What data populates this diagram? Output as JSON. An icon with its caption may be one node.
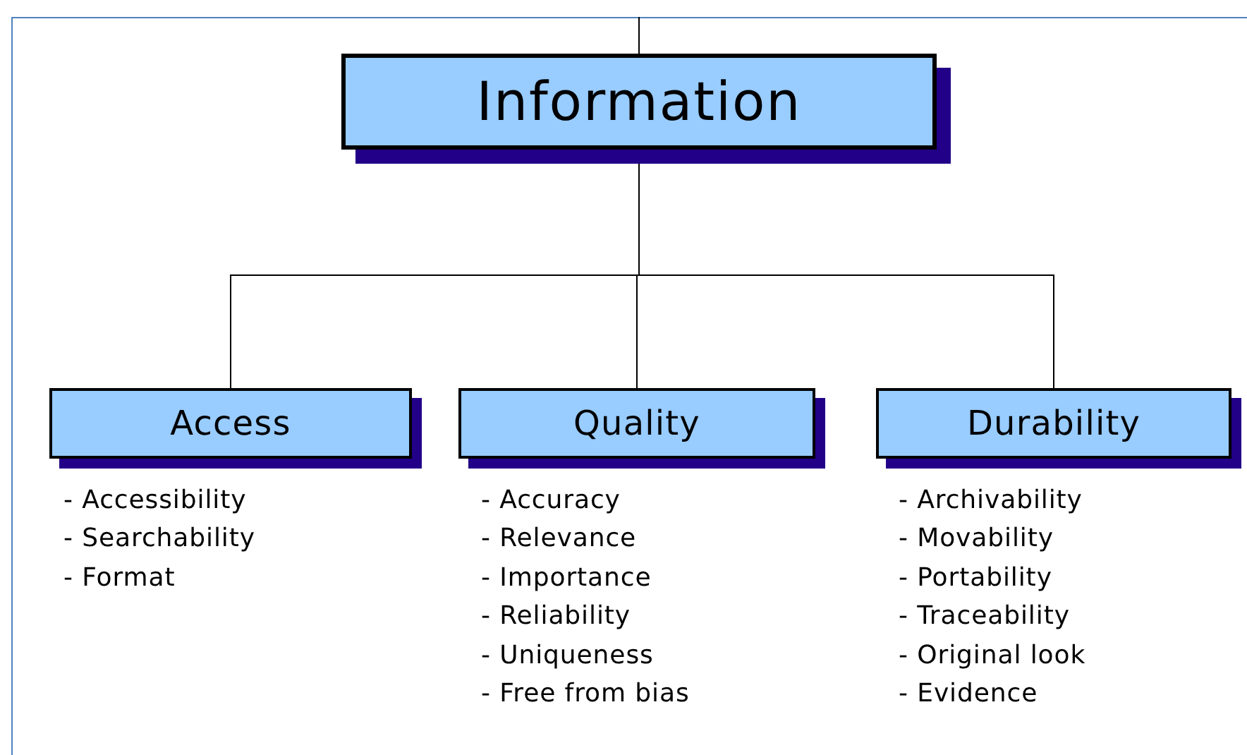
{
  "diagram": {
    "nodes": [
      {
        "text": [
          "Information"
        ]
      },
      {
        "text": [
          "Access"
        ],
        "beside": [
          "- Accessibility",
          "- Searchability",
          "- Format"
        ]
      },
      {
        "text": [
          "Quality"
        ],
        "beside": [
          "- Accuracy",
          "- Relevance",
          "- Importance",
          "- Reliability",
          "- Uniqueness",
          "- Free from bias"
        ]
      },
      {
        "text": [
          "Durability"
        ],
        "beside": [
          "- Archivability",
          "- Movability",
          "- Portability",
          "- Traceability",
          "- Original look",
          "- Evidence"
        ]
      }
    ],
    "edges": [
      {
        "from": null,
        "to": 0,
        "arrow": "none"
      },
      {
        "from": 0,
        "to": 1,
        "arrow": "none"
      },
      {
        "from": 0,
        "to": 2,
        "arrow": "none"
      },
      {
        "from": 0,
        "to": 3,
        "arrow": "none"
      }
    ]
  }
}
